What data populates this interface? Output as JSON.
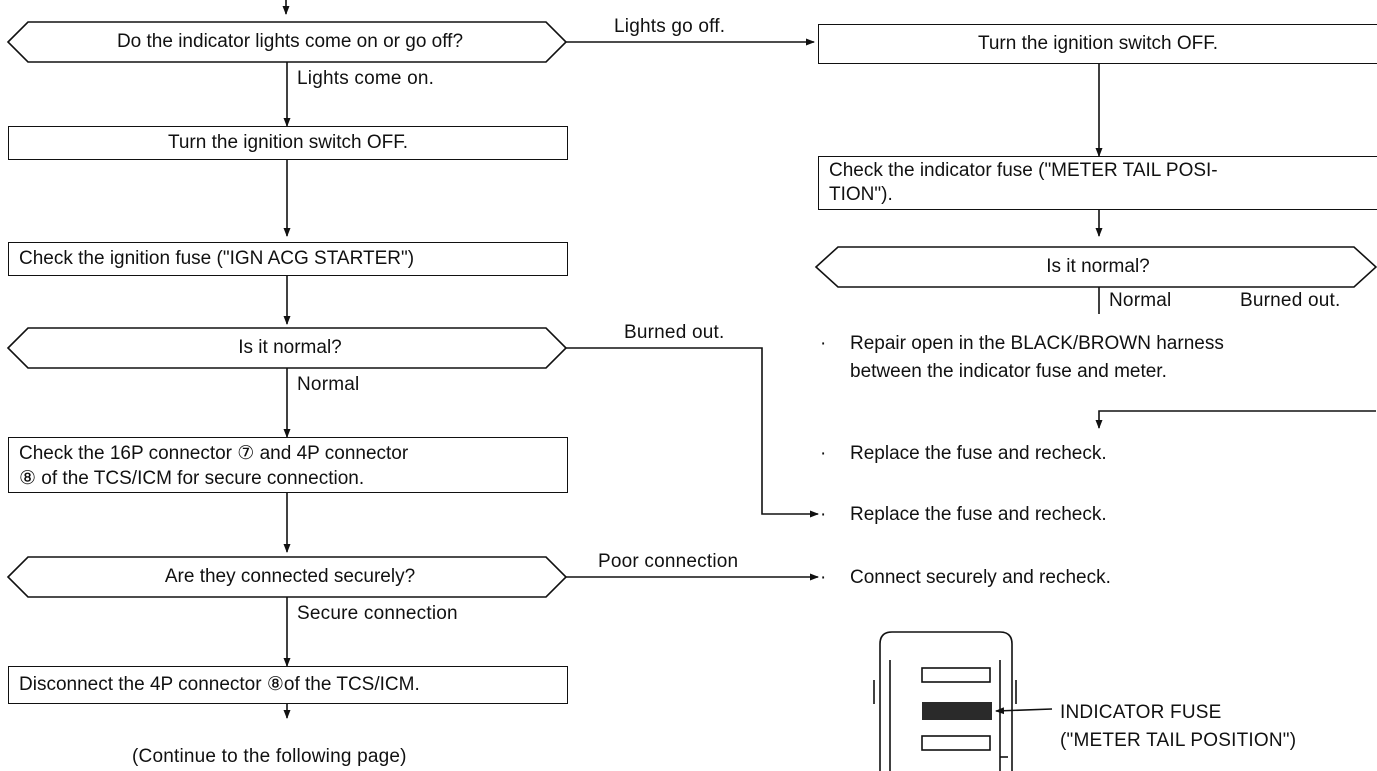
{
  "left_flow": {
    "q_lights": "Do the indicator lights come on or go off?",
    "lights_come_on": "Lights come on.",
    "lights_go_off": "Lights go off.",
    "turn_off": "Turn the ignition switch OFF.",
    "check_ign_fuse": "Check the ignition fuse (\"IGN ACG STARTER\")",
    "q_normal": "Is it normal?",
    "normal": "Normal",
    "burned_out": "Burned out.",
    "check_connectors_1": "Check the 16P connector ⑦ and 4P connector",
    "check_connectors_2": "⑧ of the TCS/ICM for secure connection.",
    "q_connected": "Are they connected securely?",
    "poor_connection": "Poor connection",
    "secure_connection": "Secure connection",
    "disconnect": "Disconnect the 4P connector ⑧of the TCS/ICM.",
    "continue": "(Continue to the following page)"
  },
  "right_flow": {
    "turn_off": "Turn the ignition switch OFF.",
    "check_ind_fuse_1": "Check the indicator fuse (\"METER TAIL POSI-",
    "check_ind_fuse_2": "TION\").",
    "q_normal": "Is it normal?",
    "normal": "Normal",
    "burned_out": "Burned out.",
    "repair_1": "Repair open in the BLACK/BROWN harness",
    "repair_2": "between the indicator fuse and meter.",
    "replace_1": "Replace the fuse and recheck.",
    "replace_2": "Replace the fuse and recheck.",
    "connect": "Connect securely and recheck.",
    "bullet": "·"
  },
  "fuse_diagram": {
    "label_1": "INDICATOR FUSE",
    "label_2": "(\"METER TAIL POSITION\")"
  }
}
